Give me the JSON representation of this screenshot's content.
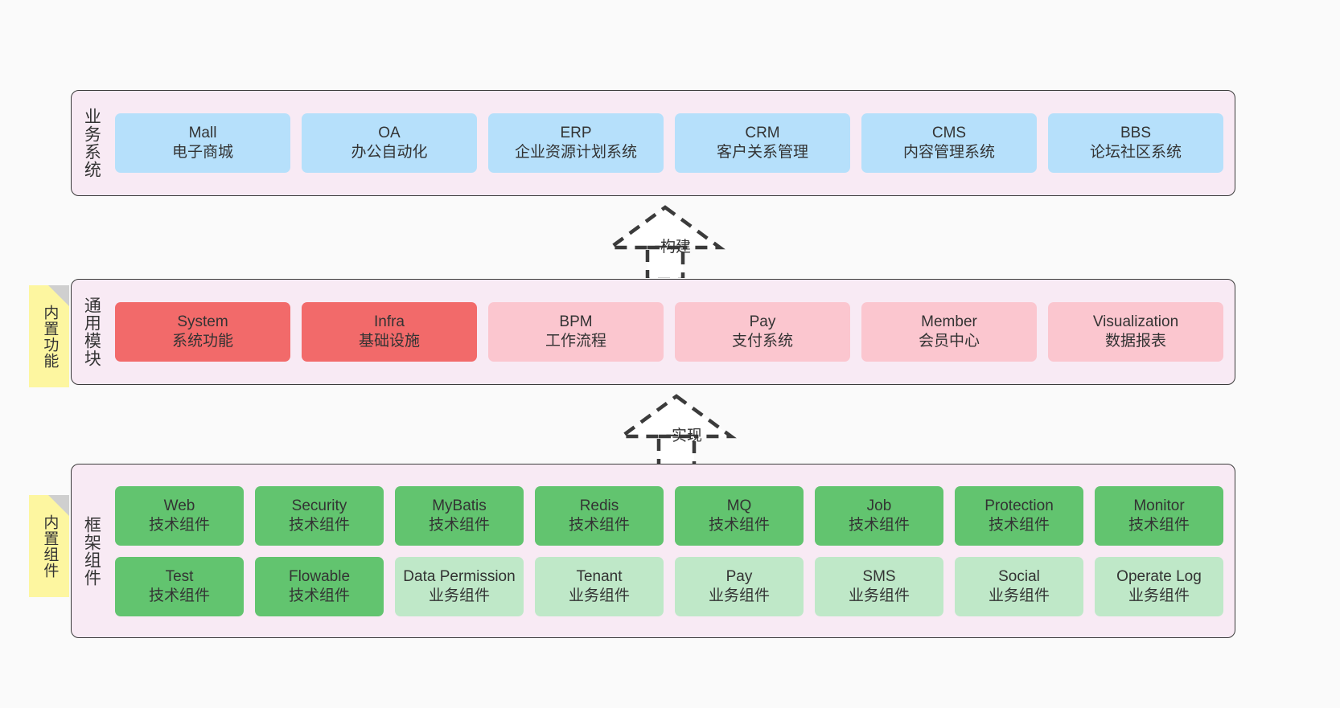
{
  "diagram": {
    "background_color": "#fafafa",
    "panel_color": "#f8eaf4",
    "panel_border_color": "#3b3b3b",
    "note_color": "#fdf6a0",
    "colors": {
      "business": "#b6e0fb",
      "module_active": "#f26a6a",
      "module_plain": "#fbc6cf",
      "component_tech": "#62c46f",
      "component_biz": "#bfe8c8"
    }
  },
  "layers": {
    "business": {
      "title": "业务系统",
      "nodes": [
        {
          "name": "Mall",
          "desc": "电子商城"
        },
        {
          "name": "OA",
          "desc": "办公自动化"
        },
        {
          "name": "ERP",
          "desc": "企业资源计划系统"
        },
        {
          "name": "CRM",
          "desc": "客户关系管理"
        },
        {
          "name": "CMS",
          "desc": "内容管理系统"
        },
        {
          "name": "BBS",
          "desc": "论坛社区系统"
        }
      ]
    },
    "modules": {
      "title": "通用模块",
      "note": "内置功能",
      "nodes": [
        {
          "name": "System",
          "desc": "系统功能",
          "style": "red"
        },
        {
          "name": "Infra",
          "desc": "基础设施",
          "style": "red"
        },
        {
          "name": "BPM",
          "desc": "工作流程",
          "style": "pink"
        },
        {
          "name": "Pay",
          "desc": "支付系统",
          "style": "pink"
        },
        {
          "name": "Member",
          "desc": "会员中心",
          "style": "pink"
        },
        {
          "name": "Visualization",
          "desc": "数据报表",
          "style": "pink"
        }
      ]
    },
    "framework": {
      "title": "框架组件",
      "note": "内置组件",
      "row1": [
        {
          "name": "Web",
          "desc": "技术组件",
          "style": "green"
        },
        {
          "name": "Security",
          "desc": "技术组件",
          "style": "green"
        },
        {
          "name": "MyBatis",
          "desc": "技术组件",
          "style": "green"
        },
        {
          "name": "Redis",
          "desc": "技术组件",
          "style": "green"
        },
        {
          "name": "MQ",
          "desc": "技术组件",
          "style": "green"
        },
        {
          "name": "Job",
          "desc": "技术组件",
          "style": "green"
        },
        {
          "name": "Protection",
          "desc": "技术组件",
          "style": "green"
        },
        {
          "name": "Monitor",
          "desc": "技术组件",
          "style": "green"
        }
      ],
      "row2": [
        {
          "name": "Test",
          "desc": "技术组件",
          "style": "green"
        },
        {
          "name": "Flowable",
          "desc": "技术组件",
          "style": "green"
        },
        {
          "name": "Data Permission",
          "desc": "业务组件",
          "style": "lgreen"
        },
        {
          "name": "Tenant",
          "desc": "业务组件",
          "style": "lgreen"
        },
        {
          "name": "Pay",
          "desc": "业务组件",
          "style": "lgreen"
        },
        {
          "name": "SMS",
          "desc": "业务组件",
          "style": "lgreen"
        },
        {
          "name": "Social",
          "desc": "业务组件",
          "style": "lgreen"
        },
        {
          "name": "Operate Log",
          "desc": "业务组件",
          "style": "lgreen"
        }
      ]
    }
  },
  "arrows": [
    {
      "label": "构建"
    },
    {
      "label": "实现"
    }
  ]
}
